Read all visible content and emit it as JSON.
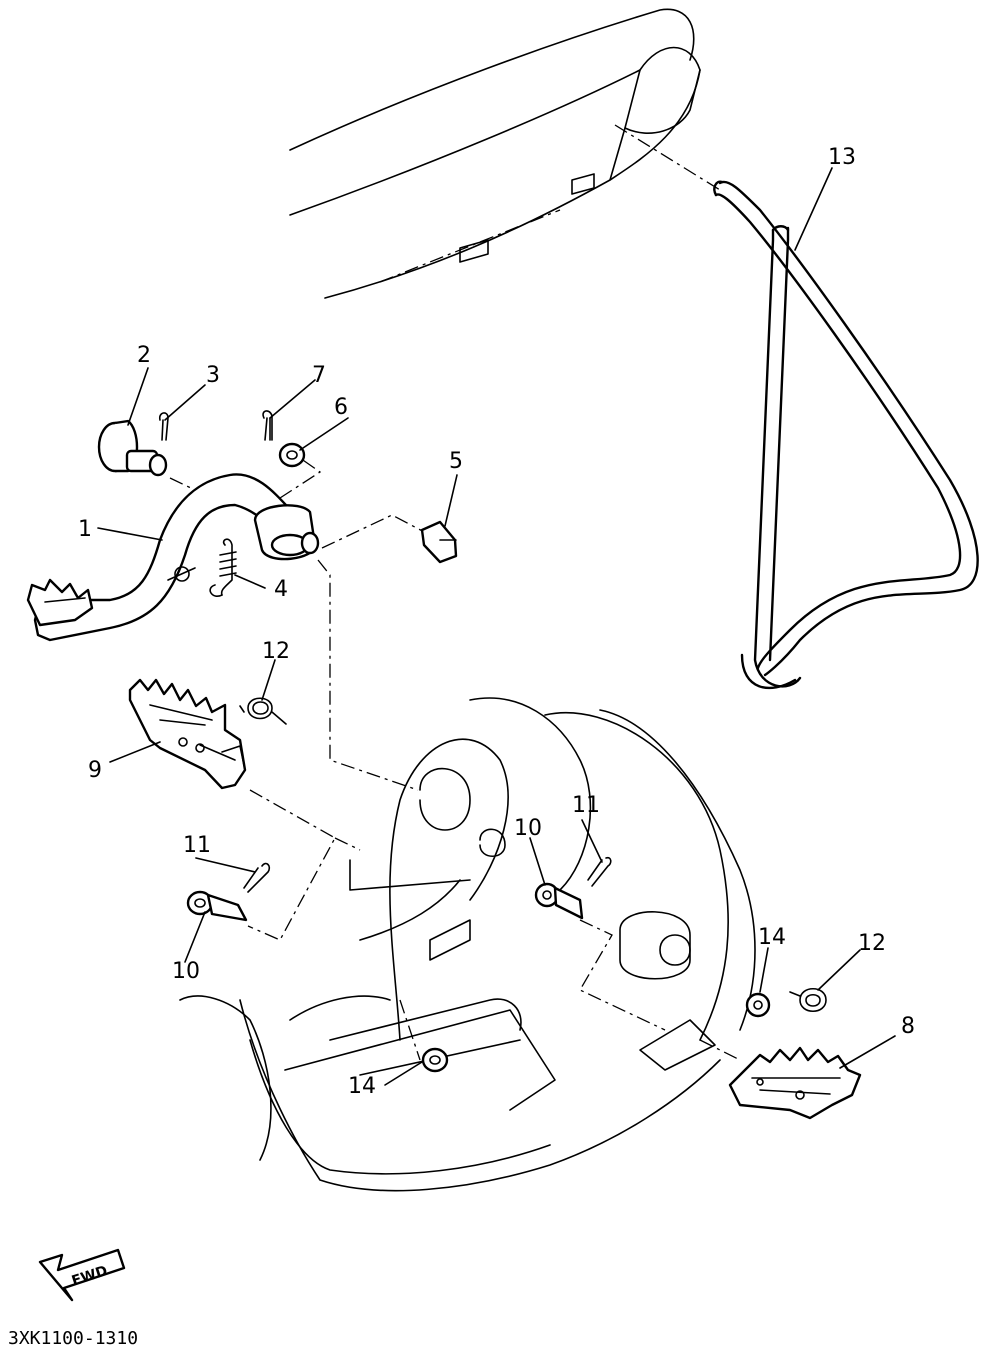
{
  "callouts": {
    "c1": "1",
    "c2": "2",
    "c3": "3",
    "c4": "4",
    "c5": "5",
    "c6": "6",
    "c7": "7",
    "c8": "8",
    "c9": "9",
    "c10a": "10",
    "c10b": "10",
    "c11a": "11",
    "c11b": "11",
    "c12a": "12",
    "c12b": "12",
    "c13": "13",
    "c14a": "14",
    "c14b": "14"
  },
  "direction_label": "FWD",
  "diagram_code": "3XK1100-1310"
}
